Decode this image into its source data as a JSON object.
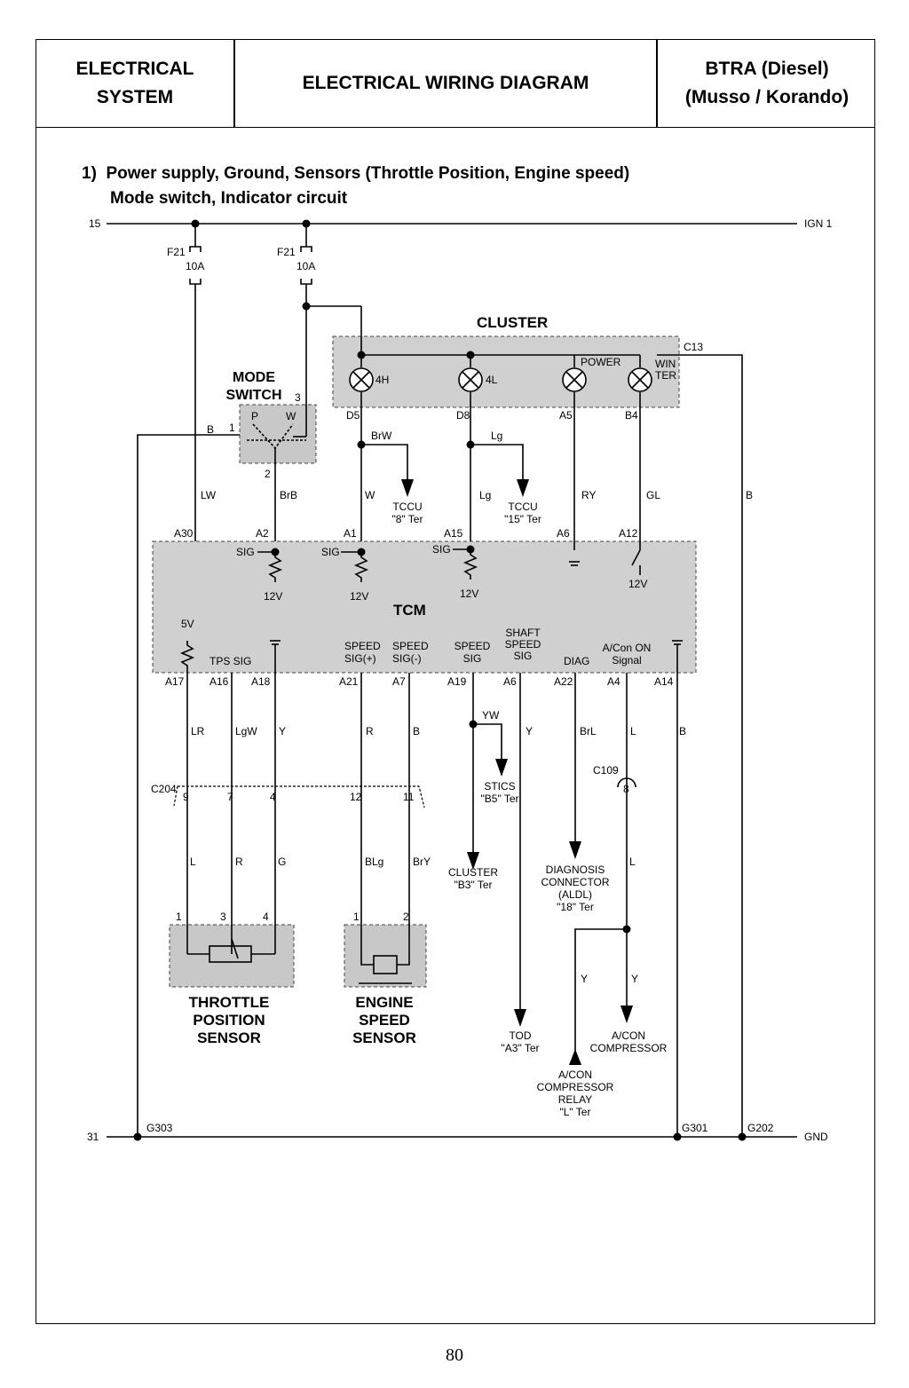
{
  "header": {
    "section": "ELECTRICAL\nSYSTEM",
    "title": "ELECTRICAL WIRING DIAGRAM",
    "model": "BTRA (Diesel)\n(Musso / Korando)"
  },
  "heading": {
    "line1": "1)  Power supply, Ground, Sensors (Throttle Position, Engine speed)",
    "line2": "Mode switch, Indicator circuit"
  },
  "rails": {
    "top_left": "15",
    "top_right": "IGN 1",
    "bottom_left": "31",
    "bottom_right": "GND"
  },
  "fuses": [
    {
      "name": "F21",
      "rating": "10A"
    },
    {
      "name": "F21",
      "rating": "10A"
    }
  ],
  "cluster": {
    "title": "CLUSTER",
    "connector": "C13",
    "lamps": [
      {
        "label": "4H",
        "pin": "D5"
      },
      {
        "label": "4L",
        "pin": "D8"
      },
      {
        "label": "POWER",
        "pin": "A5"
      },
      {
        "label": "WIN\nTER",
        "pin": "B4"
      }
    ]
  },
  "mode_switch": {
    "title_line1": "MODE",
    "title_line2": "SWITCH",
    "pos_p": "P",
    "pos_w": "W",
    "pins": [
      "1",
      "2",
      "3"
    ]
  },
  "tcm": {
    "title": "TCM",
    "top_pins": [
      "A30",
      "A2",
      "A1",
      "A15",
      "A6",
      "A12"
    ],
    "bottom_pins": [
      "A17",
      "A16",
      "A18",
      "A21",
      "A7",
      "A19",
      "A6",
      "A22",
      "A4",
      "A14"
    ],
    "sig": "SIG",
    "v12": "12V",
    "v5": "5V",
    "tps_sig": "TPS SIG",
    "speed_sig_plus": "SPEED\nSIG(+)",
    "speed_sig_minus": "SPEED\nSIG(-)",
    "speed_sig": "SPEED\nSIG",
    "shaft_speed_sig": "SHAFT\nSPEED\nSIG",
    "diag": "DIAG",
    "acon_on_signal": "A/Con ON\nSignal"
  },
  "wire_colors": {
    "b_mode": "B",
    "lw": "LW",
    "brb": "BrB",
    "brw": "BrW",
    "w": "W",
    "lg_branch": "Lg",
    "lg": "Lg",
    "ry": "RY",
    "gl": "GL",
    "b_c13": "B",
    "lr": "LR",
    "lgw": "LgW",
    "y_a18": "Y",
    "r_a21": "R",
    "b_a7": "B",
    "yw": "YW",
    "y_a6": "Y",
    "brl": "BrL",
    "l_a4": "L",
    "b_a14": "B",
    "l_tps": "L",
    "r_tps": "R",
    "g_tps": "G",
    "blg": "BLg",
    "bry": "BrY",
    "l_c109": "L",
    "y_relay": "Y",
    "y_comp": "Y"
  },
  "destinations": {
    "tccu8": "TCCU\n\"8\" Ter",
    "tccu15": "TCCU\n\"15\" Ter",
    "stics": "STICS\n\"B5\" Ter",
    "cluster_b3": "CLUSTER\n\"B3\" Ter",
    "diagnosis": "DIAGNOSIS\nCONNECTOR\n(ALDL)\n\"18\" Ter",
    "tod": "TOD\n\"A3\" Ter",
    "acon_comp": "A/CON\nCOMPRESSOR",
    "acon_relay": "A/CON\nCOMPRESSOR\nRELAY\n\"L\" Ter"
  },
  "connectors": {
    "c204": "C204",
    "c204_pins": [
      "9",
      "7",
      "4",
      "12",
      "11"
    ],
    "c109": "C109",
    "c109_pin": "8"
  },
  "sensors": {
    "tps": "THROTTLE\nPOSITION\nSENSOR",
    "tps_pins": [
      "1",
      "3",
      "4"
    ],
    "ess": "ENGINE\nSPEED\nSENSOR",
    "ess_pins": [
      "1",
      "2"
    ]
  },
  "grounds": [
    "G303",
    "G301",
    "G202"
  ],
  "page_number": "80"
}
